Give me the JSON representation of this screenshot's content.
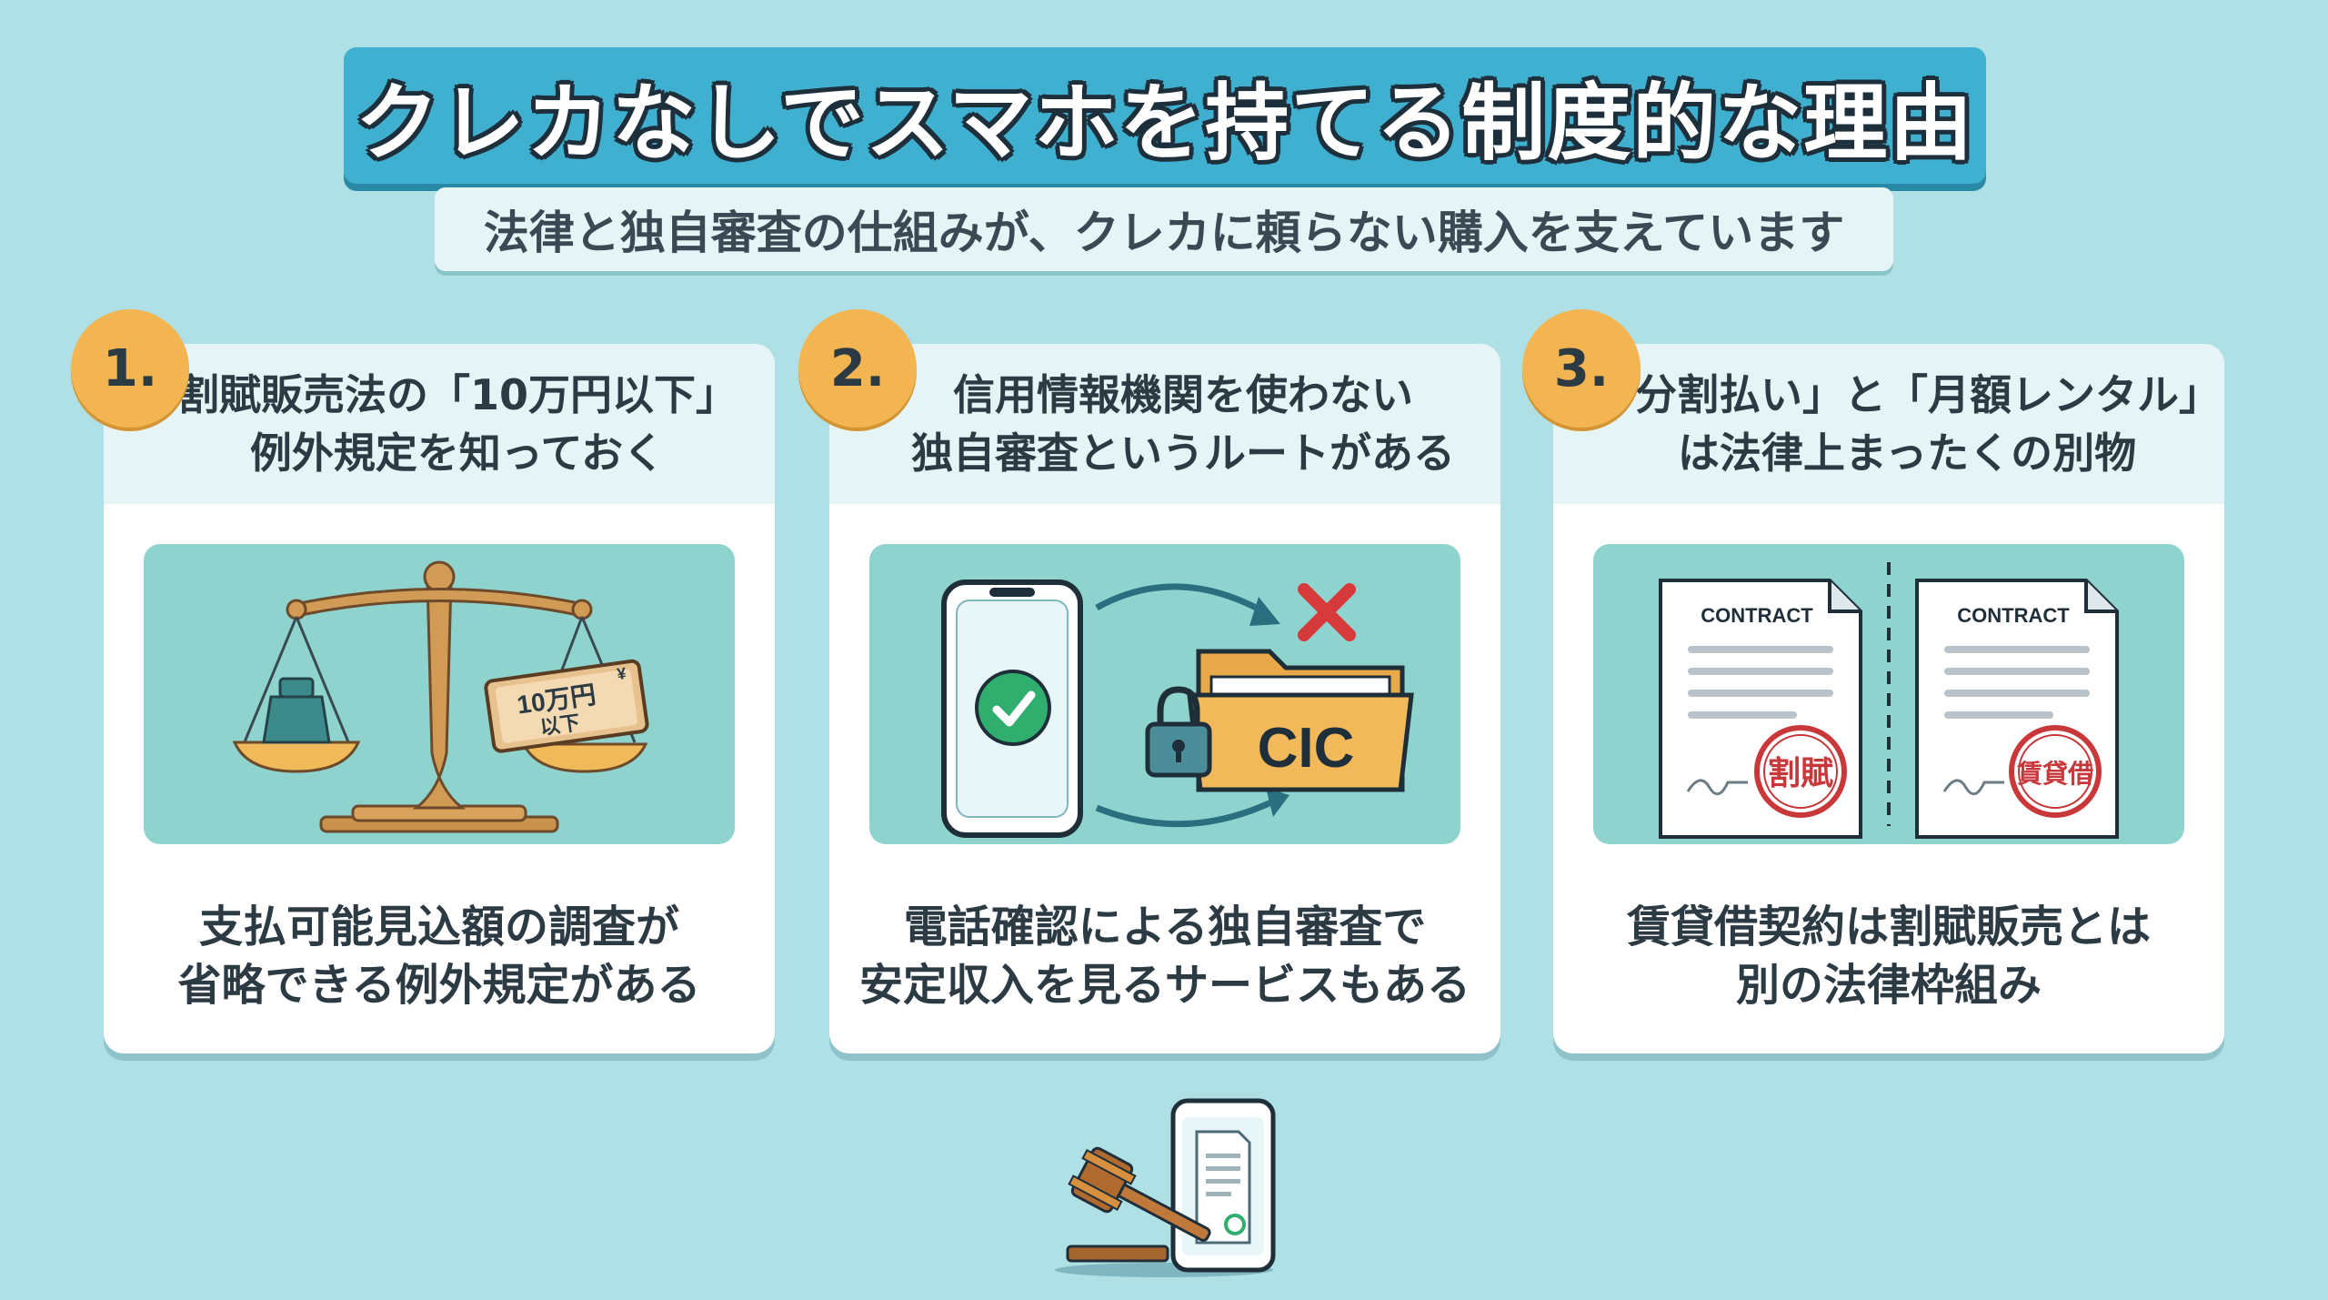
{
  "header": {
    "title": "クレカなしでスマホを持てる制度的な理由",
    "subtitle": "法律と独自審査の仕組みが、クレカに頼らない購入を支えています"
  },
  "cards": [
    {
      "number": "1.",
      "heading_lines": [
        "割賦販売法の「10万円以下」",
        "例外規定を知っておく"
      ],
      "illustration": {
        "icon": "balance-scale-icon",
        "tag_line1": "10万円",
        "tag_line2": "以下",
        "tag_symbol": "¥"
      },
      "body_lines": [
        "支払可能見込額の調査が",
        "省略できる例外規定がある"
      ]
    },
    {
      "number": "2.",
      "heading_lines": [
        "信用情報機関を使わない",
        "独自審査というルートがある"
      ],
      "illustration": {
        "icon": "smartphone-check-icon",
        "folder_label": "CIC"
      },
      "body_lines": [
        "電話確認による独自審査で",
        "安定収入を見るサービスもある"
      ]
    },
    {
      "number": "3.",
      "heading_lines": [
        "「分割払い」と「月額レンタル」",
        "は法律上まったくの別物"
      ],
      "illustration": {
        "icon": "contract-documents-icon",
        "doc_left_title": "CONTRACT",
        "doc_left_stamp": "割賦",
        "doc_right_title": "CONTRACT",
        "doc_right_stamp": "賃貸借"
      },
      "body_lines": [
        "賃貸借契約は割賦販売とは",
        "別の法律枠組み"
      ]
    }
  ],
  "colors": {
    "background": "#aee0e6",
    "banner": "#3fb0cf",
    "badge": "#f3b551",
    "illustration_bg": "#8fd3cf",
    "stamp_red": "#c8373a"
  }
}
